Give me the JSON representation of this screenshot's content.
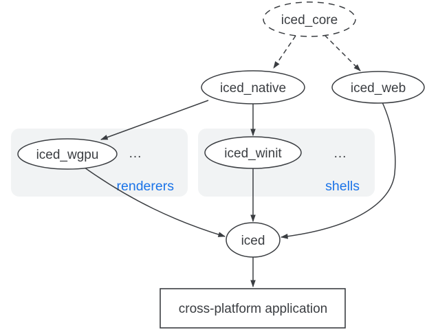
{
  "colors": {
    "background": "#ffffff",
    "stroke_color": "#3a3d41",
    "text_color": "#3a3d41",
    "node_fill": "#ffffff",
    "group_fill": "#f1f3f4",
    "accent_blue": "#1a73e8"
  },
  "nodes": {
    "iced_core": {
      "label": "iced_core",
      "shape": "ellipse-dashed"
    },
    "iced_native": {
      "label": "iced_native",
      "shape": "ellipse"
    },
    "iced_web": {
      "label": "iced_web",
      "shape": "ellipse"
    },
    "iced_wgpu": {
      "label": "iced_wgpu",
      "shape": "ellipse"
    },
    "iced_winit": {
      "label": "iced_winit",
      "shape": "ellipse"
    },
    "iced": {
      "label": "iced",
      "shape": "ellipse"
    },
    "app": {
      "label": "cross-platform application",
      "shape": "rectangle"
    }
  },
  "groups": {
    "renderers": {
      "label": "renderers",
      "ellipsis": "...",
      "members": [
        "iced_wgpu"
      ]
    },
    "shells": {
      "label": "shells",
      "ellipsis": "...",
      "members": [
        "iced_winit"
      ]
    }
  },
  "edges": [
    {
      "from": "iced_core",
      "to": "iced_native",
      "style": "dashed"
    },
    {
      "from": "iced_core",
      "to": "iced_web",
      "style": "dashed"
    },
    {
      "from": "iced_native",
      "to": "iced_wgpu",
      "style": "solid"
    },
    {
      "from": "iced_native",
      "to": "iced_winit",
      "style": "solid"
    },
    {
      "from": "iced_wgpu",
      "to": "iced",
      "style": "solid"
    },
    {
      "from": "iced_winit",
      "to": "iced",
      "style": "solid"
    },
    {
      "from": "iced_web",
      "to": "iced",
      "style": "solid"
    },
    {
      "from": "iced",
      "to": "app",
      "style": "solid"
    }
  ]
}
